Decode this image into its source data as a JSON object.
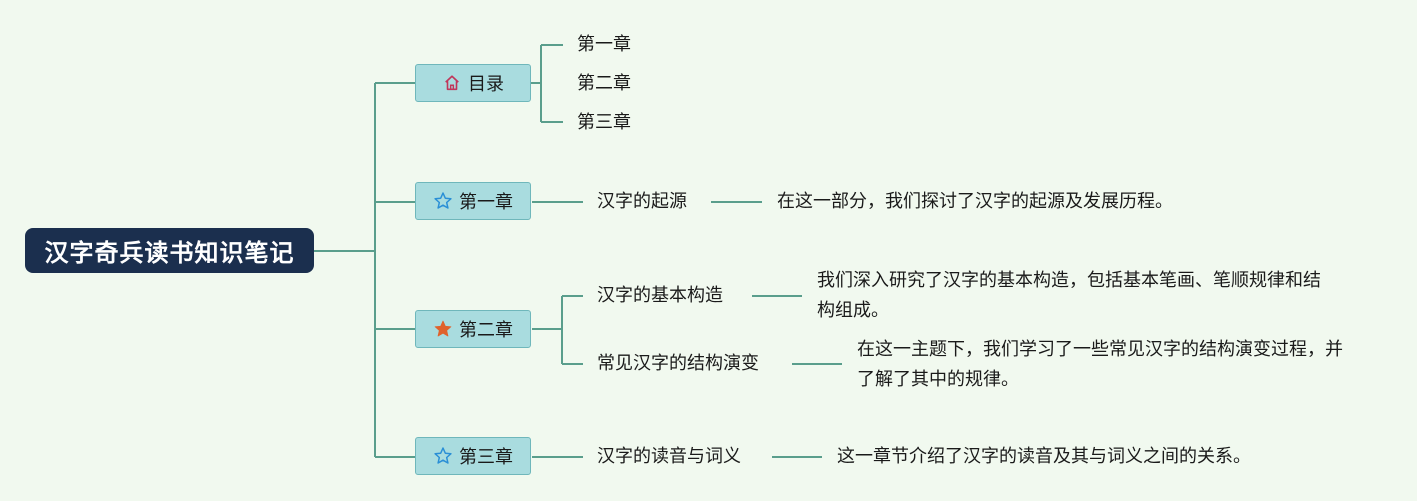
{
  "root": {
    "title": "汉字奇兵读书知识笔记"
  },
  "branches": [
    {
      "label": "目录",
      "icon": "home-icon",
      "children": [
        {
          "label": "第一章"
        },
        {
          "label": "第二章"
        },
        {
          "label": "第三章"
        }
      ]
    },
    {
      "label": "第一章",
      "icon": "star-outline-icon",
      "children": [
        {
          "label": "汉字的起源",
          "note": "在这一部分，我们探讨了汉字的起源及发展历程。"
        }
      ]
    },
    {
      "label": "第二章",
      "icon": "star-filled-icon",
      "children": [
        {
          "label": "汉字的基本构造",
          "note": "我们深入研究了汉字的基本构造，包括基本笔画、笔顺规律和结构组成。"
        },
        {
          "label": "常见汉字的结构演变",
          "note": "在这一主题下，我们学习了一些常见汉字的结构演变过程，并了解了其中的规律。"
        }
      ]
    },
    {
      "label": "第三章",
      "icon": "star-outline-icon",
      "children": [
        {
          "label": "汉字的读音与词义",
          "note": "这一章节介绍了汉字的读音及其与词义之间的关系。"
        }
      ]
    }
  ],
  "colors": {
    "background": "#f1f9ef",
    "root": "#1b2f4e",
    "branch_fill": "#a9dcdf",
    "connector": "#5a9e8c",
    "home_icon": "#c0365a",
    "star_outline": "#2a8fd6",
    "star_filled": "#e0622c"
  }
}
